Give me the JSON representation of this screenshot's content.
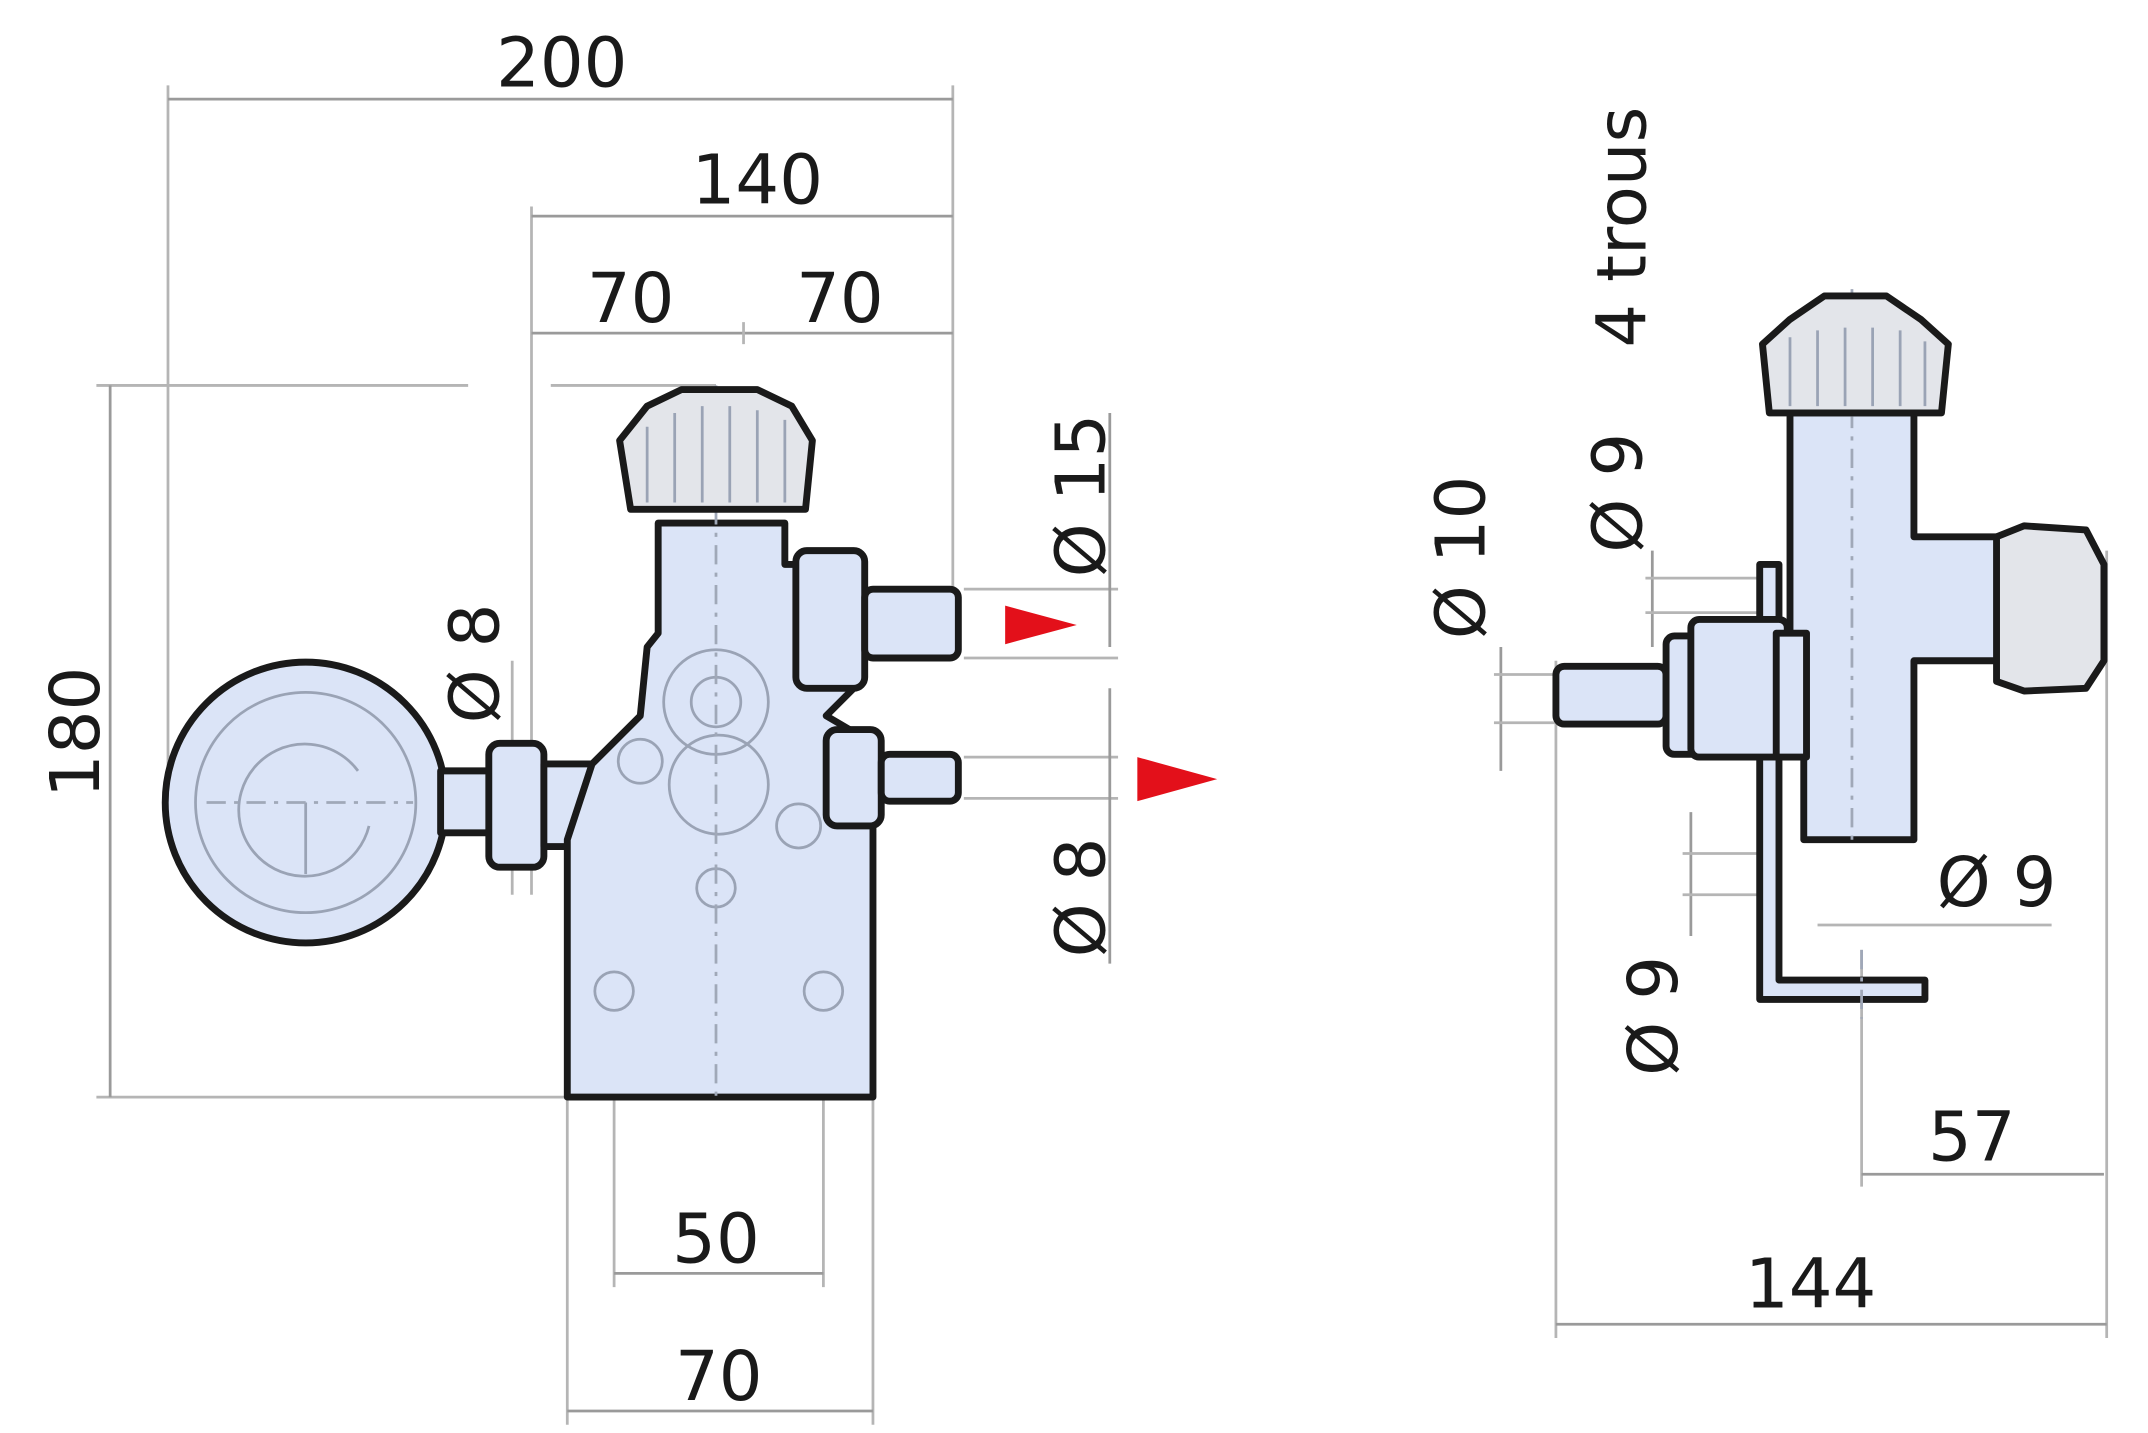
{
  "front_view": {
    "dimensions": {
      "overall_width": "200",
      "outlet_span": "140",
      "left_half": "70",
      "right_half": "70",
      "height": "180",
      "gauge_connection": "Ø 8",
      "outlet_top": "Ø 15",
      "outlet_bottom": "Ø 8",
      "hole_spacing": "50",
      "base_width": "70"
    }
  },
  "side_view": {
    "dimensions": {
      "holes_note": "4 trous",
      "hole_diameter_top": "Ø 9",
      "inlet": "Ø 10",
      "hole_diameter_right": "Ø 9",
      "hole_diameter_bottom": "Ø 9",
      "bracket_offset": "57",
      "overall_depth": "144"
    }
  },
  "colors": {
    "body": "#dbe4f7",
    "flow_arrow": "#e3101a",
    "outline": "#1a1a1a"
  }
}
